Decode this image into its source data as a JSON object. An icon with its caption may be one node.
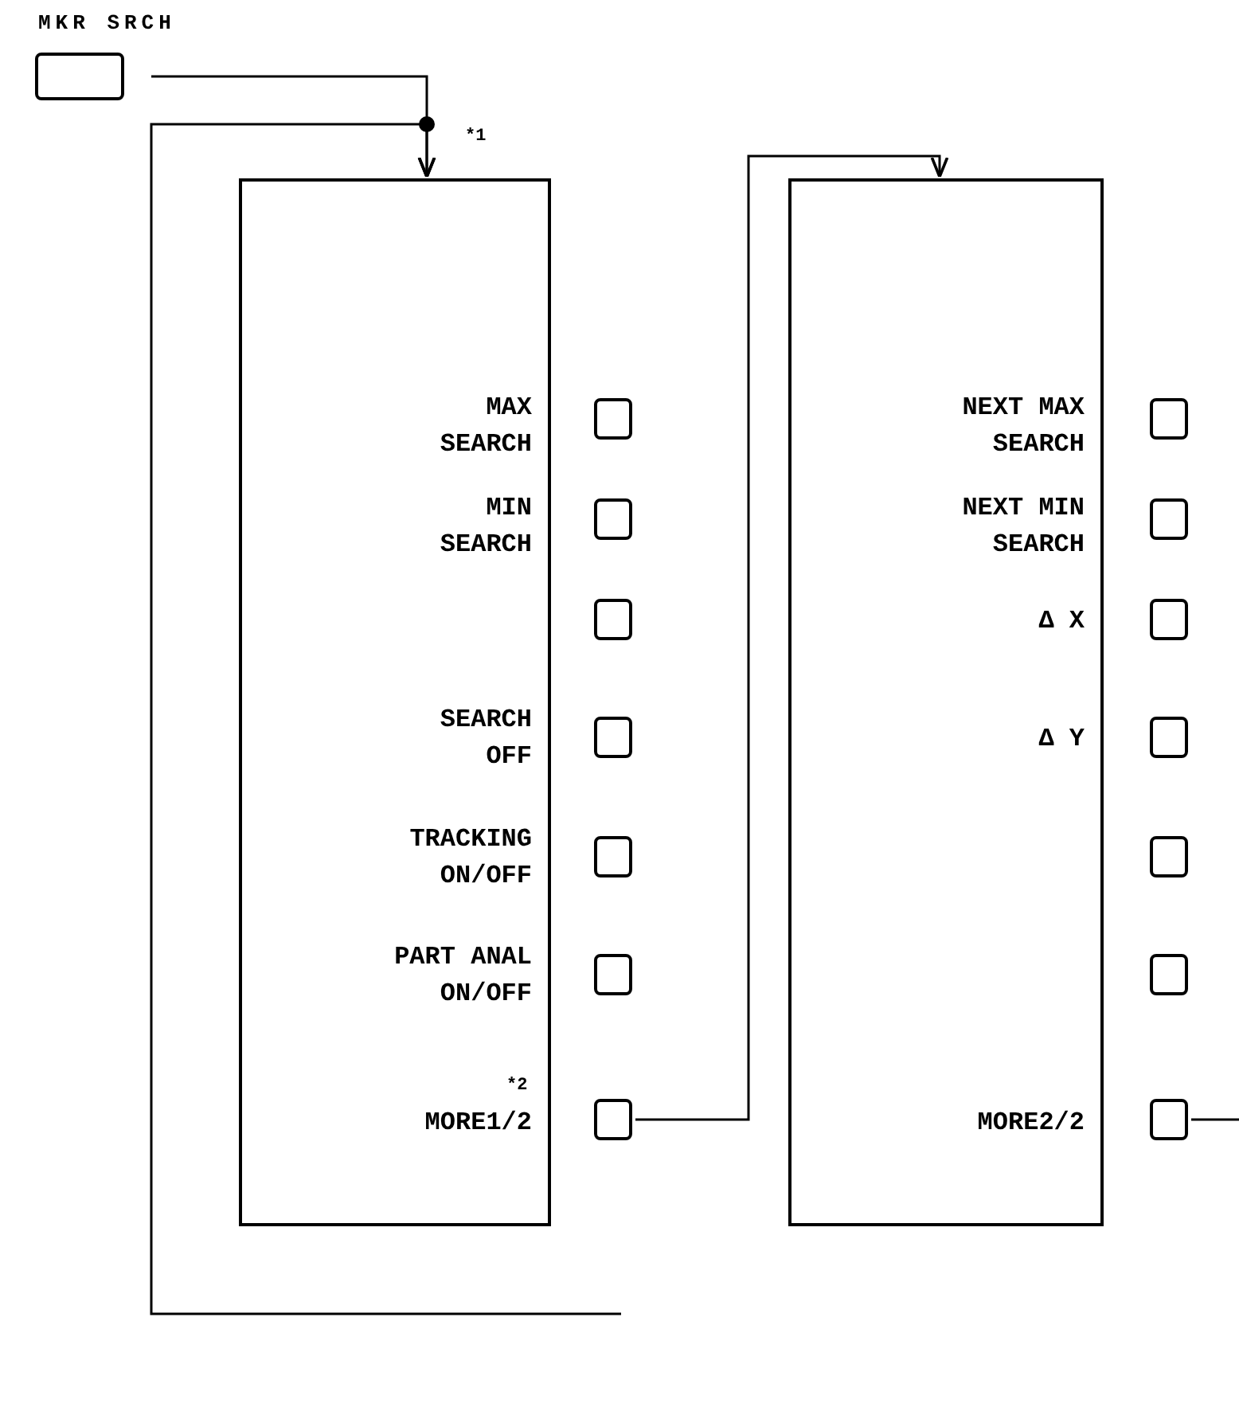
{
  "diagram": {
    "nodes": [
      {
        "text": [
          "MKR SRCH"
        ]
      },
      {
        "text": [
          "MAX SEARCH",
          "MIN SEARCH",
          "SEARCH OFF",
          "TRACKING ON/OFF",
          "PART ANAL ON/OFF",
          "MORE1/2"
        ]
      },
      {
        "text": [],
        "shape": "box"
      },
      {
        "text": [],
        "shape": "box"
      },
      {
        "text": [],
        "shape": "box"
      },
      {
        "text": [],
        "shape": "box"
      },
      {
        "text": [],
        "shape": "box"
      },
      {
        "text": [],
        "shape": "box"
      },
      {
        "text": [],
        "shape": "box"
      },
      {
        "text": [
          "NEXT MAX SEARCH",
          "NEXT MIN SEARCH",
          "Δ X",
          "Δ Y",
          "MORE2/2"
        ]
      },
      {
        "text": [],
        "shape": "box"
      },
      {
        "text": [],
        "shape": "box"
      },
      {
        "text": [],
        "shape": "box"
      },
      {
        "text": [],
        "shape": "box"
      },
      {
        "text": [],
        "shape": "box"
      },
      {
        "text": [],
        "shape": "box"
      },
      {
        "text": [],
        "shape": "box"
      }
    ],
    "edges": [
      {
        "from": 0,
        "to": 1,
        "arrow": "to"
      },
      {
        "from": 8,
        "to": 9,
        "arrow": "to"
      },
      {
        "from": 16,
        "to": null,
        "arrow": "none"
      },
      {
        "from": null,
        "to": 1,
        "arrow": "to"
      }
    ],
    "labels": [
      "*1",
      "*2"
    ]
  }
}
